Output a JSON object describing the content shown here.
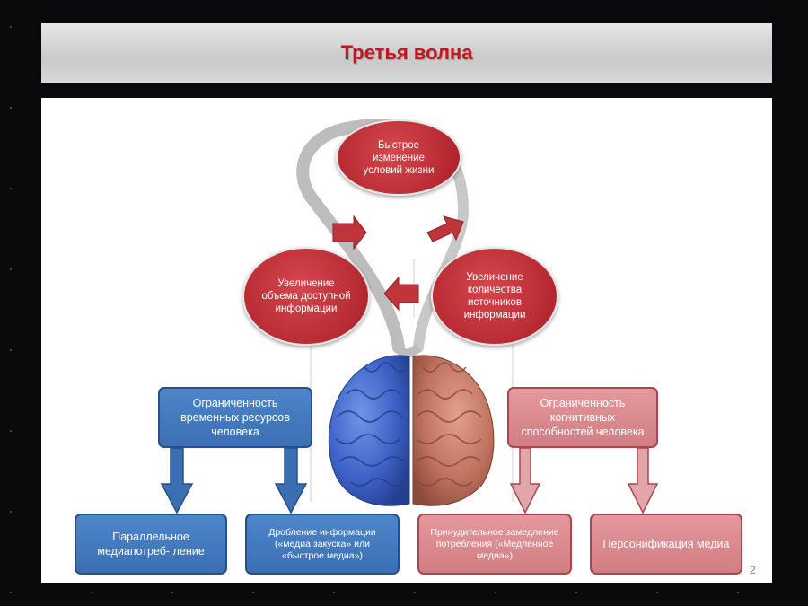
{
  "slide": {
    "title": "Третья волна",
    "page_number": "2"
  },
  "diagram": {
    "circles": {
      "top": "Быстрое изменение условий жизни",
      "left": "Увеличение объема доступной информации",
      "right": "Увеличение количества источников информации"
    },
    "left_branch": {
      "header": "Ограниченность временных ресурсов человека",
      "child_left": "Параллельное медиапотреб- ление",
      "child_right": "Дробление информации («медиа закуска» или «быстрое медиа»)"
    },
    "right_branch": {
      "header": "Ограниченность когнитивных способностей человека",
      "child_left": "Принудительное замедление потребления («Медленное медиа»)",
      "child_right": "Персонификация медиа"
    },
    "colors": {
      "circle_red": "#b62a32",
      "blue_box": "#3b6fb3",
      "pink_box": "#d27d83",
      "brain_left": "#3e63c8",
      "brain_right": "#c0735f",
      "title_red": "#c8141e"
    }
  }
}
